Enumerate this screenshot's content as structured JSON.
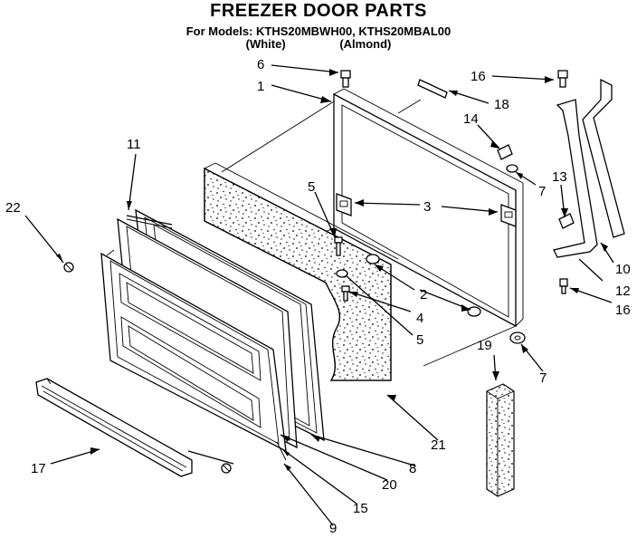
{
  "header": {
    "title": "FREEZER DOOR PARTS",
    "models_line": "For Models: KTHS20MBWH00, KTHS20MBAL00",
    "variant_white": "(White)",
    "variant_almond": "(Almond)"
  },
  "callouts": [
    "1",
    "2",
    "3",
    "4",
    "5",
    "5",
    "6",
    "7",
    "7",
    "8",
    "9",
    "10",
    "11",
    "12",
    "13",
    "14",
    "15",
    "16",
    "16",
    "17",
    "18",
    "19",
    "20",
    "21",
    "22"
  ]
}
